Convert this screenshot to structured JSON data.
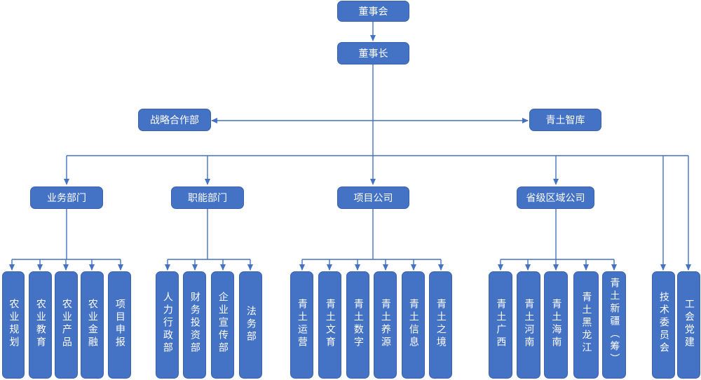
{
  "org": {
    "board": "董事会",
    "chairman": "董事长",
    "strategy": "战略合作部",
    "think_tank": "青土智库",
    "business": "业务部门",
    "functional": "职能部门",
    "project": "项目公司",
    "regional": "省级区域公司",
    "business_children": [
      "农业规划",
      "农业教育",
      "农业产品",
      "农业金融",
      "项目申报"
    ],
    "functional_children": [
      "人力行政部",
      "财务投资部",
      "企业宣传部",
      "法务部"
    ],
    "project_children": [
      "青土运营",
      "青土文育",
      "青土数字",
      "青土养源",
      "青土信息",
      "青土之境"
    ],
    "regional_children": [
      "青土广西",
      "青土河南",
      "青土海南",
      "青土黑龙江",
      "青土新疆（筹）"
    ],
    "tech_committee": "技术委员会",
    "union": "工会党建"
  },
  "colors": {
    "box": "#4472c4",
    "line": "#4472c4",
    "text": "#ffffff"
  }
}
